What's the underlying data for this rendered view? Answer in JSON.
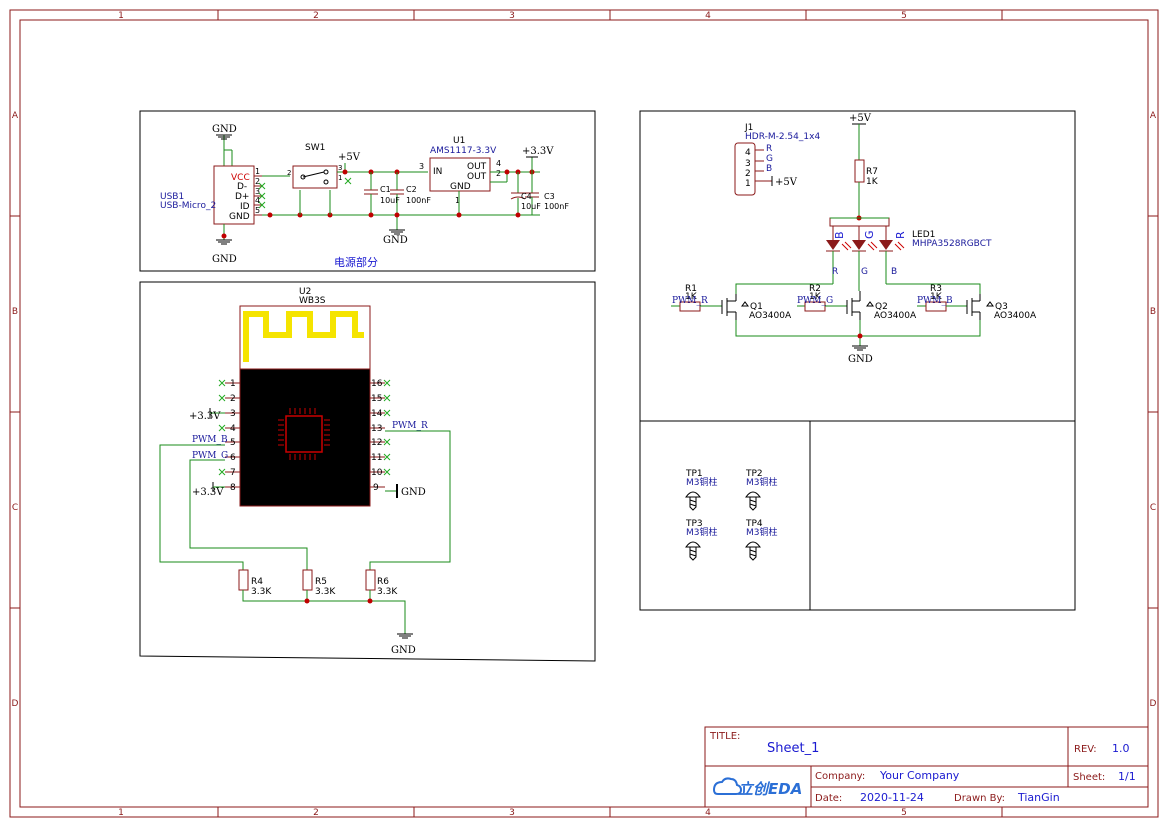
{
  "sheet": {
    "col_labels": [
      "1",
      "2",
      "3",
      "4",
      "5"
    ],
    "row_labels": [
      "A",
      "B",
      "C",
      "D"
    ]
  },
  "title_block": {
    "title_label": "TITLE:",
    "title_value": "Sheet_1",
    "rev_label": "REV:",
    "rev_value": "1.0",
    "company_label": "Company:",
    "company_value": "Your Company",
    "sheet_label": "Sheet:",
    "sheet_value": "1/1",
    "date_label": "Date:",
    "date_value": "2020-11-24",
    "drawn_label": "Drawn By:",
    "drawn_value": "TianGin",
    "logo_text": "立创EDA"
  },
  "power_section": {
    "caption": "电源部分",
    "gnd1": "GND",
    "gnd2": "GND",
    "gnd3": "GND",
    "plus5v": "+5V",
    "plus33v": "+3.3V",
    "usb_ref": "USB1",
    "usb_val": "USB-Micro_2",
    "usb_pins": [
      "VCC",
      "D-",
      "D+",
      "ID",
      "GND"
    ],
    "usb_nums": [
      "1",
      "2",
      "3",
      "4",
      "5"
    ],
    "sw_ref": "SW1",
    "sw_pins": [
      "2",
      "3",
      "1"
    ],
    "c1_ref": "C1",
    "c1_val": "10uF",
    "c2_ref": "C2",
    "c2_val": "100nF",
    "c3_ref": "C3",
    "c3_val": "100nF",
    "c4_ref": "C4",
    "c4_val": "10uF",
    "u1_ref": "U1",
    "u1_val": "AMS1117-3.3V",
    "u1_pins": [
      "IN",
      "OUT",
      "OUT",
      "GND"
    ],
    "u1_nums": [
      "3",
      "4",
      "2",
      "1"
    ]
  },
  "wifi_section": {
    "u2_ref": "U2",
    "u2_val": "WB3S",
    "left_pins": [
      "1",
      "2",
      "3",
      "4",
      "5",
      "6",
      "7",
      "8"
    ],
    "right_pins": [
      "16",
      "15",
      "14",
      "13",
      "12",
      "11",
      "10",
      "9"
    ],
    "net_33v_a": "+3.3V",
    "net_33v_b": "+3.3V",
    "net_pwm_b": "PWM_B",
    "net_pwm_g": "PWM_G",
    "net_pwm_r": "PWM_R",
    "net_gnd": "GND",
    "r4_ref": "R4",
    "r4_val": "3.3K",
    "r5_ref": "R5",
    "r5_val": "3.3K",
    "r6_ref": "R6",
    "r6_val": "3.3K",
    "gnd_bottom": "GND"
  },
  "led_section": {
    "j1_ref": "J1",
    "j1_val": "HDR-M-2.54_1x4",
    "j1_pins": [
      "4",
      "3",
      "2",
      "1"
    ],
    "j1_nets": [
      "R",
      "G",
      "B"
    ],
    "j1_5v": "+5V",
    "plus5v": "+5V",
    "r7_ref": "R7",
    "r7_val": "1K",
    "led_ref": "LED1",
    "led_val": "MHPA3528RGBCT",
    "led_letters": [
      "B",
      "G",
      "R"
    ],
    "led_nets": [
      "R",
      "G",
      "B"
    ],
    "r1_ref": "R1",
    "r1_val": "1K",
    "r1_net": "PWM_R",
    "r2_ref": "R2",
    "r2_val": "1K",
    "r2_net": "PWM_G",
    "r3_ref": "R3",
    "r3_val": "1K",
    "r3_net": "PWM_B",
    "q1_ref": "Q1",
    "q2_ref": "Q2",
    "q3_ref": "Q3",
    "q_val": "AO3400A",
    "gnd": "GND"
  },
  "mount_section": {
    "tp": [
      {
        "ref": "TP1",
        "val": "M3铜柱"
      },
      {
        "ref": "TP2",
        "val": "M3铜柱"
      },
      {
        "ref": "TP3",
        "val": "M3铜柱"
      },
      {
        "ref": "TP4",
        "val": "M3铜柱"
      }
    ]
  }
}
